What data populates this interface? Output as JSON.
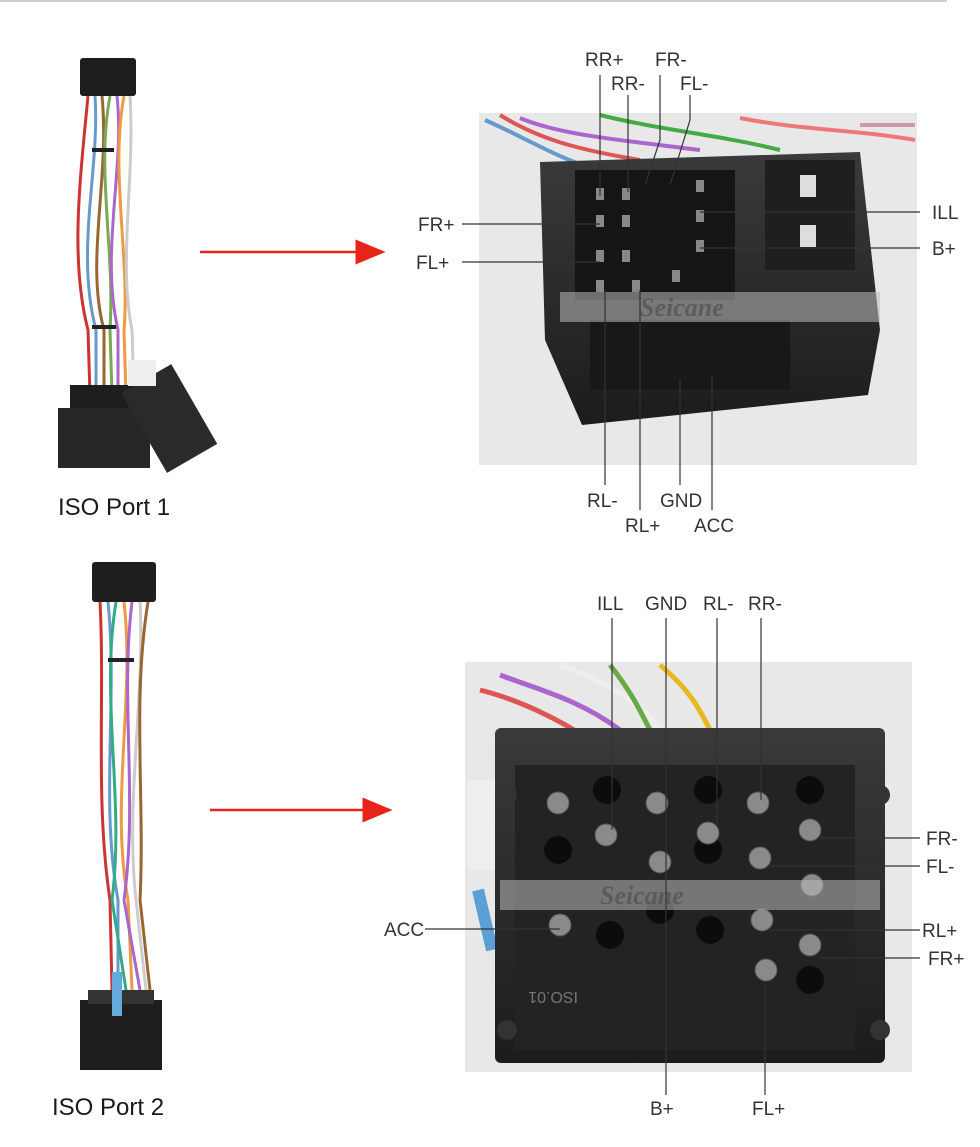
{
  "sections": [
    {
      "caption": "ISO Port 1",
      "watermark": "Seicane",
      "pin_labels": [
        "RR+",
        "FR-",
        "RR-",
        "FL-",
        "FR+",
        "FL+",
        "ILL",
        "B+",
        "RL-",
        "GND",
        "RL+",
        "ACC"
      ]
    },
    {
      "caption": "ISO Port 2",
      "watermark": "Seicane",
      "connector_marking": "ISO.01",
      "pin_labels": [
        "ILL",
        "GND",
        "RL-",
        "RR-",
        "FR-",
        "FL-",
        "ACC",
        "RL+",
        "FR+",
        "B+",
        "FL+"
      ]
    }
  ],
  "colors": {
    "arrow": "#e8231a",
    "leader_line": "#333333",
    "connector": "#2b2b2b"
  }
}
